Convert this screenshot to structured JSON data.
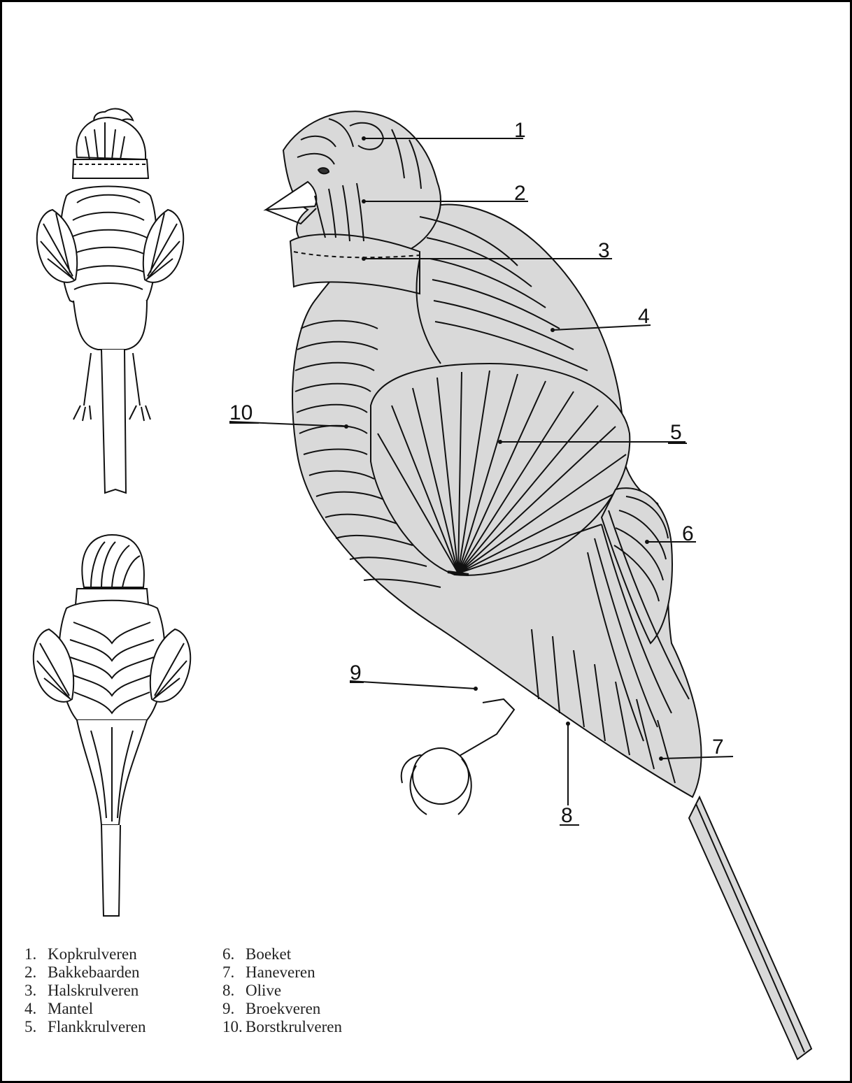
{
  "diagram": {
    "callouts": [
      {
        "id": "1",
        "label": "1",
        "underlined": false
      },
      {
        "id": "2",
        "label": "2",
        "underlined": false
      },
      {
        "id": "3",
        "label": "3",
        "underlined": false
      },
      {
        "id": "4",
        "label": "4",
        "underlined": false
      },
      {
        "id": "5",
        "label": "5",
        "underlined": true
      },
      {
        "id": "6",
        "label": "6",
        "underlined": false
      },
      {
        "id": "7",
        "label": "7",
        "underlined": false
      },
      {
        "id": "8",
        "label": "8",
        "underlined": true
      },
      {
        "id": "9",
        "label": "9",
        "underlined": true
      },
      {
        "id": "10",
        "label": "10",
        "underlined": true
      }
    ]
  },
  "legend": {
    "left": [
      {
        "num": "1.",
        "name": "Kopkrulveren"
      },
      {
        "num": "2.",
        "name": "Bakkebaarden"
      },
      {
        "num": "3.",
        "name": "Halskrulveren"
      },
      {
        "num": "4.",
        "name": "Mantel"
      },
      {
        "num": "5.",
        "name": "Flankkrulveren"
      }
    ],
    "right": [
      {
        "num": "6.",
        "name": "Boeket"
      },
      {
        "num": "7.",
        "name": "Haneveren"
      },
      {
        "num": "8.",
        "name": "Olive"
      },
      {
        "num": "9.",
        "name": "Broekveren"
      },
      {
        "num": "10.",
        "name": "Borstkrulveren"
      }
    ]
  },
  "colors": {
    "body_fill": "#d9d9d9",
    "line": "#111111"
  }
}
